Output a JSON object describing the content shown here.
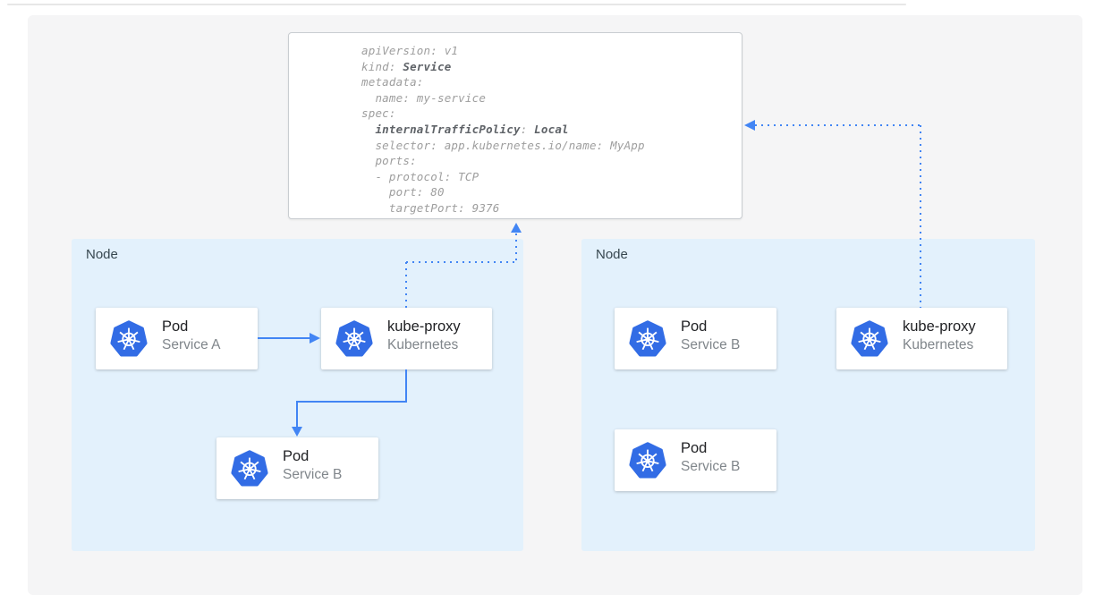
{
  "colors": {
    "accent_blue": "#4285f4",
    "k8s_blue": "#326ce5",
    "node_bg": "#e3f1fc",
    "panel_bg": "#f5f5f6",
    "card_title": "#202124",
    "card_subtitle": "#80868b",
    "node_label": "#37474f",
    "yaml_text": "#9e9e9e",
    "yaml_bold": "#5f6368",
    "yaml_border": "#c9cdd1",
    "top_line": "#e7e7e7"
  },
  "yaml": {
    "lines": [
      {
        "s0": "apiVersion: v1"
      },
      {
        "s0": "kind: ",
        "s1": "Service"
      },
      {
        "s0": "metadata:"
      },
      {
        "s0": "  name: my-service"
      },
      {
        "s0": "spec:"
      },
      {
        "s0": "  ",
        "s1": "internalTrafficPolicy",
        "s2": ": ",
        "s3": "Local"
      },
      {
        "s0": "  selector: app.kubernetes.io/name: MyApp"
      },
      {
        "s0": "  ports:"
      },
      {
        "s0": "  - protocol: TCP"
      },
      {
        "s0": "    port: 80"
      },
      {
        "s0": "    targetPort: 9376"
      }
    ]
  },
  "nodes": [
    {
      "label": "Node",
      "cards": [
        {
          "icon": "kubernetes-icon",
          "title": "Pod",
          "subtitle": "Service A"
        },
        {
          "icon": "kubernetes-icon",
          "title": "kube-proxy",
          "subtitle": "Kubernetes"
        },
        {
          "icon": "kubernetes-icon",
          "title": "Pod",
          "subtitle": "Service B"
        }
      ]
    },
    {
      "label": "Node",
      "cards": [
        {
          "icon": "kubernetes-icon",
          "title": "Pod",
          "subtitle": "Service B"
        },
        {
          "icon": "kubernetes-icon",
          "title": "kube-proxy",
          "subtitle": "Kubernetes"
        },
        {
          "icon": "kubernetes-icon",
          "title": "Pod",
          "subtitle": "Service B"
        }
      ]
    }
  ]
}
